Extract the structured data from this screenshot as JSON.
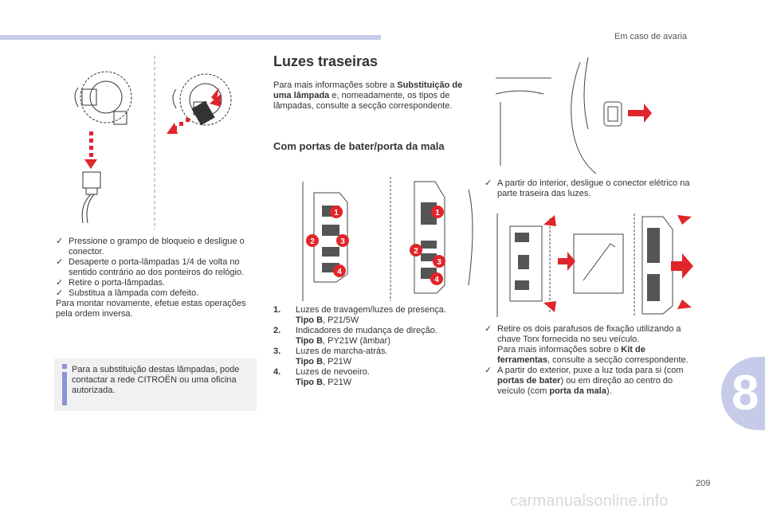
{
  "header": {
    "section_title": "Em caso de avaria"
  },
  "chapter_tab": "8",
  "page_number": "209",
  "watermark": "carmanualsonline.info",
  "left_column": {
    "steps": [
      "Pressione o grampo de bloqueio e desligue o conector.",
      "Desaperte o porta-lâmpadas 1/4 de volta no sentido contrário ao dos ponteiros do relógio.",
      "Retire o porta-lâmpadas.",
      "Substitua a lâmpada com defeito."
    ],
    "reassembly": "Para montar novamente, efetue estas operações pela ordem inversa.",
    "note": "Para a substituição destas lâmpadas, pode contactar a rede CITROËN ou uma oficina autorizada."
  },
  "middle_column": {
    "title": "Luzes traseiras",
    "intro_prefix": "Para mais informações sobre a ",
    "intro_bold": "Substituição de uma lâmpada",
    "intro_suffix": " e, nomeadamente, os tipos de lâmpadas, consulte a secção correspondente.",
    "subtitle": "Com portas de bater/porta da mala",
    "callouts": [
      "1",
      "2",
      "3",
      "4"
    ],
    "lamps": [
      {
        "num": "1.",
        "name": "Luzes de travagem/luzes de presença.",
        "type_label": "Tipo B",
        "type_value": ", P21/5W"
      },
      {
        "num": "2.",
        "name": "Indicadores de mudança de direção.",
        "type_label": "Tipo B",
        "type_value": ", PY21W (âmbar)"
      },
      {
        "num": "3.",
        "name": "Luzes de marcha-atrás.",
        "type_label": "Tipo B",
        "type_value": ", P21W"
      },
      {
        "num": "4.",
        "name": "Luzes de nevoeiro.",
        "type_label": "Tipo B",
        "type_value": ", P21W"
      }
    ]
  },
  "right_column": {
    "step1": "A partir do interior, desligue o conector elétrico na parte traseira das luzes.",
    "step2_a": "Retire os dois parafusos de fixação utilizando a chave Torx fornecida no seu veículo.",
    "step2_b_prefix": "Para mais informações sobre o ",
    "step2_b_bold": "Kit de ferramentas",
    "step2_b_suffix": ", consulte a secção correspondente.",
    "step3_prefix": "A partir do exterior, puxe a luz toda para si (com ",
    "step3_bold1": "portas de bater",
    "step3_mid": ") ou em direção ao centro do veículo (com ",
    "step3_bold2": "porta da mala",
    "step3_suffix": ")."
  },
  "colors": {
    "accent": "#c5cbe8",
    "arrow_red": "#e0252b",
    "note_bg": "#f1f1f1",
    "note_bar": "#8a93d6"
  }
}
